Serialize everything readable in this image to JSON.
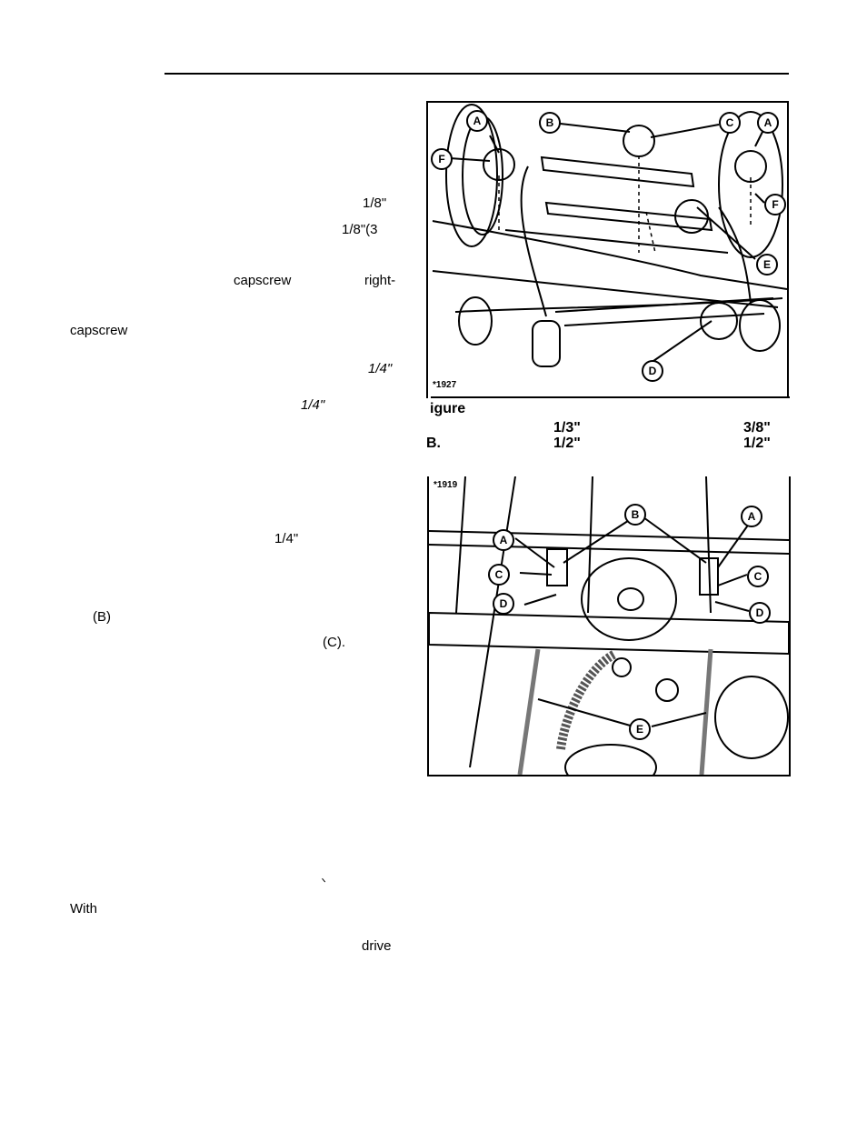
{
  "left_column": {
    "f1": "1/8\"",
    "f2": "1/8\"(3",
    "f3": "capscrew",
    "f4": "right-",
    "f5": "capscrew",
    "f6": "1/4\"",
    "f7": "1/4\"",
    "f8": "1/4\"",
    "f9": "(B)",
    "f10": "(C).",
    "f11": "With",
    "f12": "drive"
  },
  "figure1": {
    "number": "*1927",
    "callouts": [
      "A",
      "B",
      "C",
      "A",
      "F",
      "E",
      "F",
      "D"
    ],
    "caption": {
      "word": "igure",
      "v1": "1/3\"",
      "v2": "3/8\"",
      "letter_b": "B.",
      "v3": "1/2\"",
      "v4": "1/2\""
    }
  },
  "figure2": {
    "number": "*1919",
    "callouts": [
      "B",
      "A",
      "A",
      "C",
      "C",
      "D",
      "D",
      "E"
    ]
  }
}
